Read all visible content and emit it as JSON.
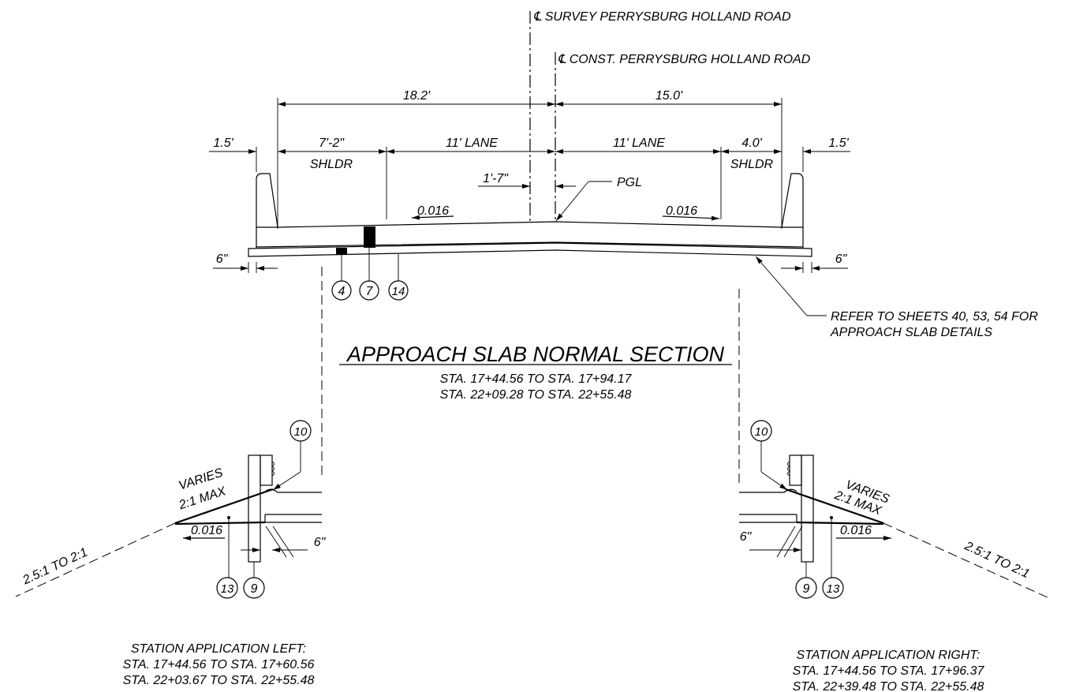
{
  "centerlines": {
    "survey": "℄ SURVEY PERRYSBURG HOLLAND ROAD",
    "const": "℄ CONST. PERRYSBURG HOLLAND ROAD"
  },
  "dimensions": {
    "left_total": "18.2'",
    "right_total": "15.0'",
    "left_barrier": "1.5'",
    "right_barrier": "1.5'",
    "left_shoulder_width": "7'-2\"",
    "left_shoulder_label": "SHLDR",
    "left_lane": "11' LANE",
    "right_lane": "11' LANE",
    "right_shoulder_width": "4.0'",
    "right_shoulder_label": "SHLDR",
    "offset": "1'-7\"",
    "pgl": "PGL",
    "left_slope": "0.016",
    "right_slope": "0.016",
    "left_slab_ext": "6\"",
    "right_slab_ext": "6\""
  },
  "callouts": {
    "left_section": [
      "4",
      "7",
      "14"
    ],
    "left_detail": {
      "top": "10",
      "bottom": [
        "13",
        "9"
      ]
    },
    "right_detail": {
      "top": "10",
      "bottom": [
        "9",
        "13"
      ]
    }
  },
  "note": {
    "line1": "REFER TO SHEETS 40, 53, 54 FOR",
    "line2": "APPROACH SLAB DETAILS"
  },
  "title": {
    "main": "APPROACH SLAB NORMAL SECTION",
    "sta1": "STA. 17+44.56 TO STA. 17+94.17",
    "sta2": "STA. 22+09.28 TO STA. 22+55.48"
  },
  "left_detail": {
    "varies": "VARIES",
    "max": "2:1 MAX",
    "slope": "0.016",
    "sideslope": "2.5:1 TO 2:1",
    "ext": "6\""
  },
  "right_detail": {
    "varies": "VARIES",
    "max": "2:1 MAX",
    "slope": "0.016",
    "sideslope": "2.5:1 TO 2:1",
    "ext": "6\""
  },
  "station_left": {
    "heading": "STATION APPLICATION LEFT:",
    "line1": "STA. 17+44.56 TO STA. 17+60.56",
    "line2": "STA. 22+03.67 TO STA. 22+55.48"
  },
  "station_right": {
    "heading": "STATION APPLICATION RIGHT:",
    "line1": "STA. 17+44.56 TO STA. 17+96.37",
    "line2": "STA. 22+39.48 TO STA. 22+55.48"
  }
}
